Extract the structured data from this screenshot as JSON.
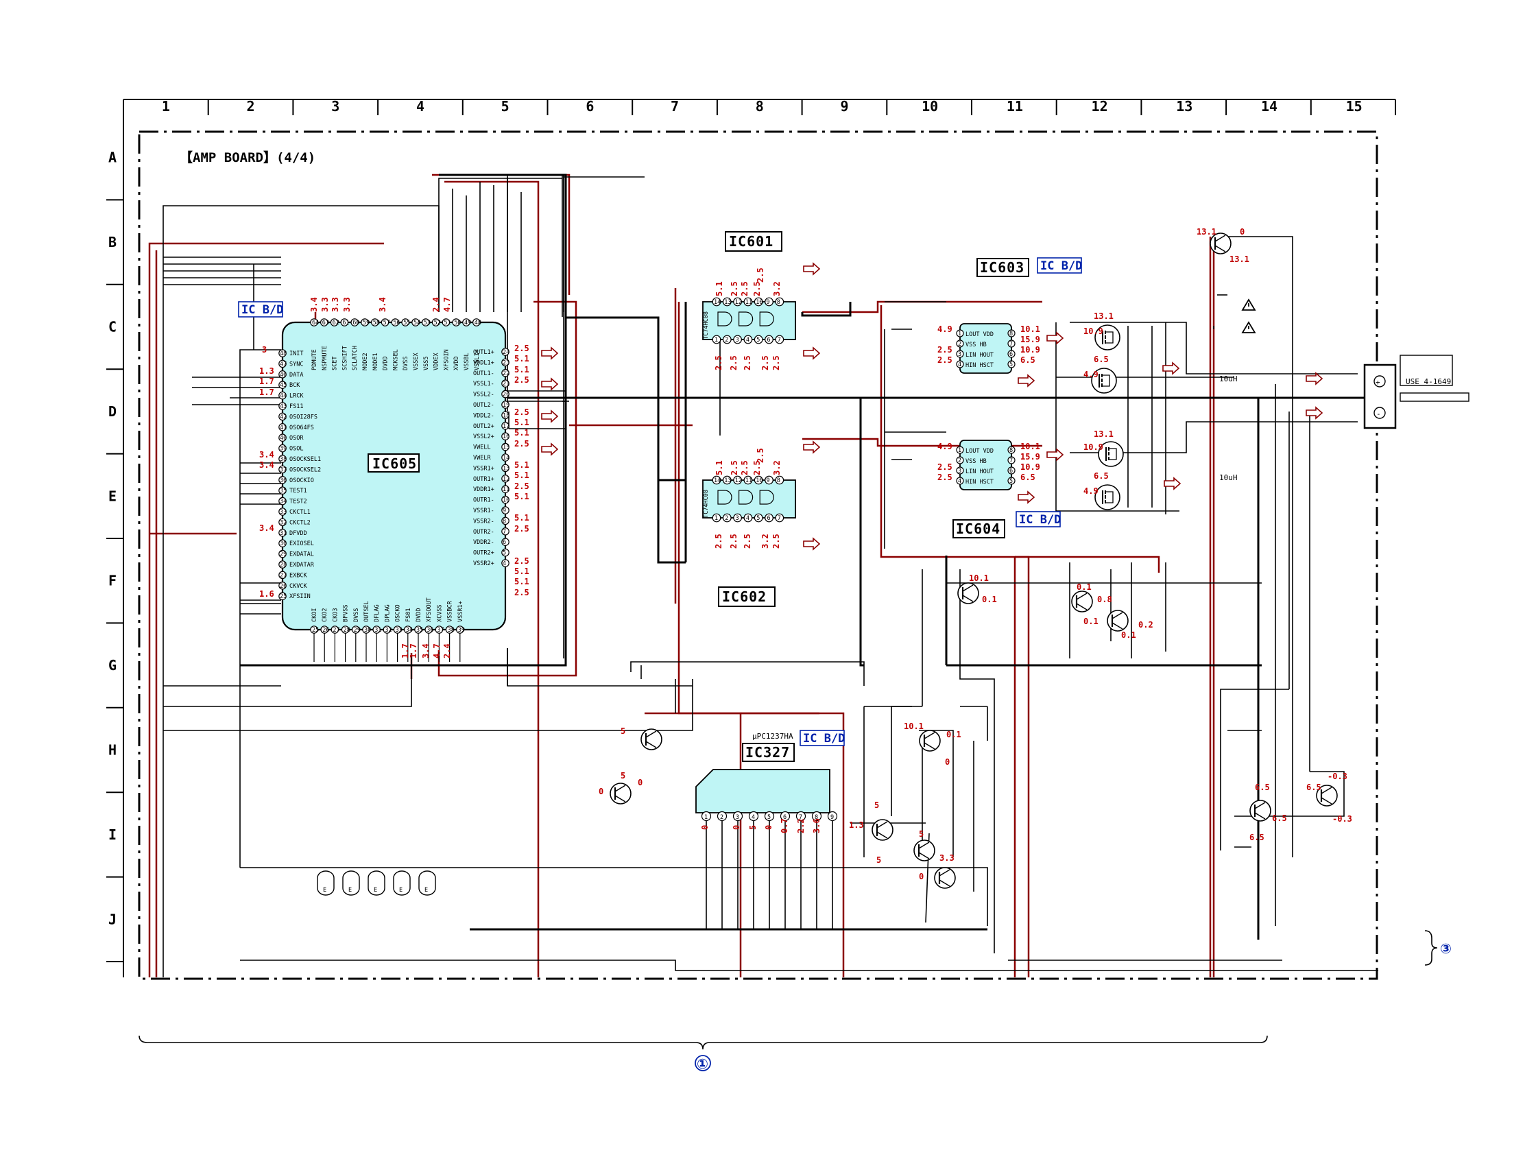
{
  "board_title": "【AMP BOARD】(4/4)",
  "columns": [
    "1",
    "2",
    "3",
    "4",
    "5",
    "6",
    "7",
    "8",
    "9",
    "10",
    "11",
    "12",
    "13",
    "14",
    "15"
  ],
  "rows": [
    "A",
    "B",
    "C",
    "D",
    "E",
    "F",
    "G",
    "H",
    "I",
    "J"
  ],
  "ics": {
    "ic605": {
      "ref": "IC605",
      "label_tag": "IC B/D"
    },
    "ic601": {
      "ref": "IC601",
      "part": "TC74HC08"
    },
    "ic602": {
      "ref": "IC602",
      "part": "TC74HC08"
    },
    "ic603": {
      "ref": "IC603",
      "label_tag": "IC B/D"
    },
    "ic604": {
      "ref": "IC604",
      "label_tag": "IC B/D"
    },
    "ic327": {
      "ref": "IC327",
      "part": "μPC1237HA",
      "label_tag": "IC B/D"
    }
  },
  "ic605_left_pins": [
    "INIT",
    "SYNC",
    "DATA",
    "BCK",
    "LRCK",
    "FS11",
    "OSOI28FS",
    "OSO64FS",
    "OSOR",
    "OSOL",
    "OSOCKSEL1",
    "OSOCKSEL2",
    "OSOCKIO",
    "TEST1",
    "TEST2",
    "CKCTL1",
    "CKCTL2",
    "DFVDD",
    "EXIOSEL",
    "EXDATAL",
    "EXDATAR",
    "EXBCK",
    "CKVCK",
    "XFSIIN"
  ],
  "ic605_right_pins": [
    "OUTL1+",
    "VDDL1+",
    "OUTL1-",
    "VSSL1-",
    "VSSL2-",
    "OUTL2-",
    "VDDL2-",
    "OUTL2+",
    "VSSL2+",
    "VWELL",
    "VWELR",
    "VSSR1+",
    "OUTR1+",
    "VDDR1+",
    "OUTR1-",
    "VSSR1-",
    "VSSR2-",
    "OUTR2-",
    "VDDR2-",
    "OUTR2+",
    "VSSR2+"
  ],
  "ic605_top_pins": [
    "PDMUTE",
    "NSPMUTE",
    "SCET",
    "SCSHIFT",
    "SCLATCH",
    "MODE2",
    "MODE1",
    "DVDD",
    "MCKSEL",
    "DVSS",
    "VSSEX",
    "VSS5",
    "VDDEX",
    "XFSOIN",
    "XVDD",
    "VSSBL",
    "VSSL1+"
  ],
  "ic605_bottom_pins": [
    "CKOI",
    "CKO2",
    "CKO3",
    "BFVSS",
    "DVSS",
    "OUTSEL",
    "DFLAG",
    "DPLAG",
    "OSCKO",
    "FS01",
    "DVDD",
    "XFSOOUT",
    "XCVSS",
    "VSSBCR",
    "VSSR1+"
  ],
  "ic603_pins": [
    "LOUT VDD",
    "VSS   HB",
    "LIN HOUT",
    "HIN HSCT"
  ],
  "ic604_pins": [
    "LOUT VDD",
    "VSS   HB",
    "LIN HOUT",
    "HIN HSCT"
  ],
  "connector_label": "USE 4-1649",
  "bottom_refs": {
    "left": "①",
    "right": "③"
  },
  "inductors": [
    "10uH",
    "10uH"
  ],
  "voltages": {
    "ic605_left": [
      "3",
      "1.3",
      "1.7",
      "1.7",
      "3.4",
      "3.4",
      "3.4",
      "1.6"
    ],
    "ic605_top": [
      "3.4",
      "3.3",
      "3.3",
      "3.3",
      "3.4",
      "2.4",
      "4.7"
    ],
    "ic605_right": [
      "2.5",
      "5.1",
      "5.1",
      "2.5",
      "2.5",
      "5.1",
      "5.1",
      "2.5",
      "5.1",
      "5.1",
      "2.5",
      "5.1",
      "5.1",
      "2.5",
      "2.5",
      "5.1",
      "5.1",
      "2.5"
    ],
    "ic605_bottom": [
      "1.7",
      "1.7",
      "3.4",
      "4.7",
      "2.4"
    ],
    "ic601_top": [
      "5.1",
      "2.5",
      "2.5",
      "2.5",
      "3.2",
      "2.5"
    ],
    "ic601_bottom": [
      "2.5",
      "2.5",
      "2.5",
      "2.5",
      "2.5"
    ],
    "ic602_top": [
      "5.1",
      "2.5",
      "2.5",
      "2.5",
      "3.2",
      "2.5"
    ],
    "ic602_bottom": [
      "2.5",
      "2.5",
      "2.5",
      "3.2",
      "2.5"
    ],
    "ic603_left": [
      "4.9",
      "2.5",
      "2.5"
    ],
    "ic603_right": [
      "10.1",
      "15.9",
      "10.9",
      "6.5"
    ],
    "ic604_left": [
      "4.9",
      "2.5",
      "2.5"
    ],
    "ic604_right": [
      "10.1",
      "15.9",
      "10.9",
      "6.5"
    ],
    "fet_c": [
      "13.1",
      "10.9",
      "4.9",
      "6.5"
    ],
    "fet_e": [
      "13.1",
      "10.9",
      "6.5",
      "4.9"
    ],
    "q_top": [
      "13.1",
      "0",
      "13.1"
    ],
    "q_f": [
      "10.1",
      "0.1",
      "0.1",
      "0.8",
      "0.1",
      "0.2",
      "0.1"
    ],
    "q_h": [
      "5",
      "0",
      "10.1",
      "0.1",
      "0"
    ],
    "q_i": [
      "0",
      "5",
      "1.3",
      "5",
      "5",
      "5",
      "3.3",
      "0"
    ],
    "ic327_pins": [
      "0",
      "0",
      "5",
      "0",
      "0.7",
      "2.2",
      "3.6"
    ],
    "q_right": [
      "6.5",
      "6.5",
      "6.5",
      "-0.3",
      "-0.3",
      "6.5"
    ]
  },
  "colors": {
    "wire": "#000000",
    "power": "#8b0000",
    "ic_fill": "#bff5f5",
    "label": "#c00000",
    "tag": "#0022aa"
  }
}
